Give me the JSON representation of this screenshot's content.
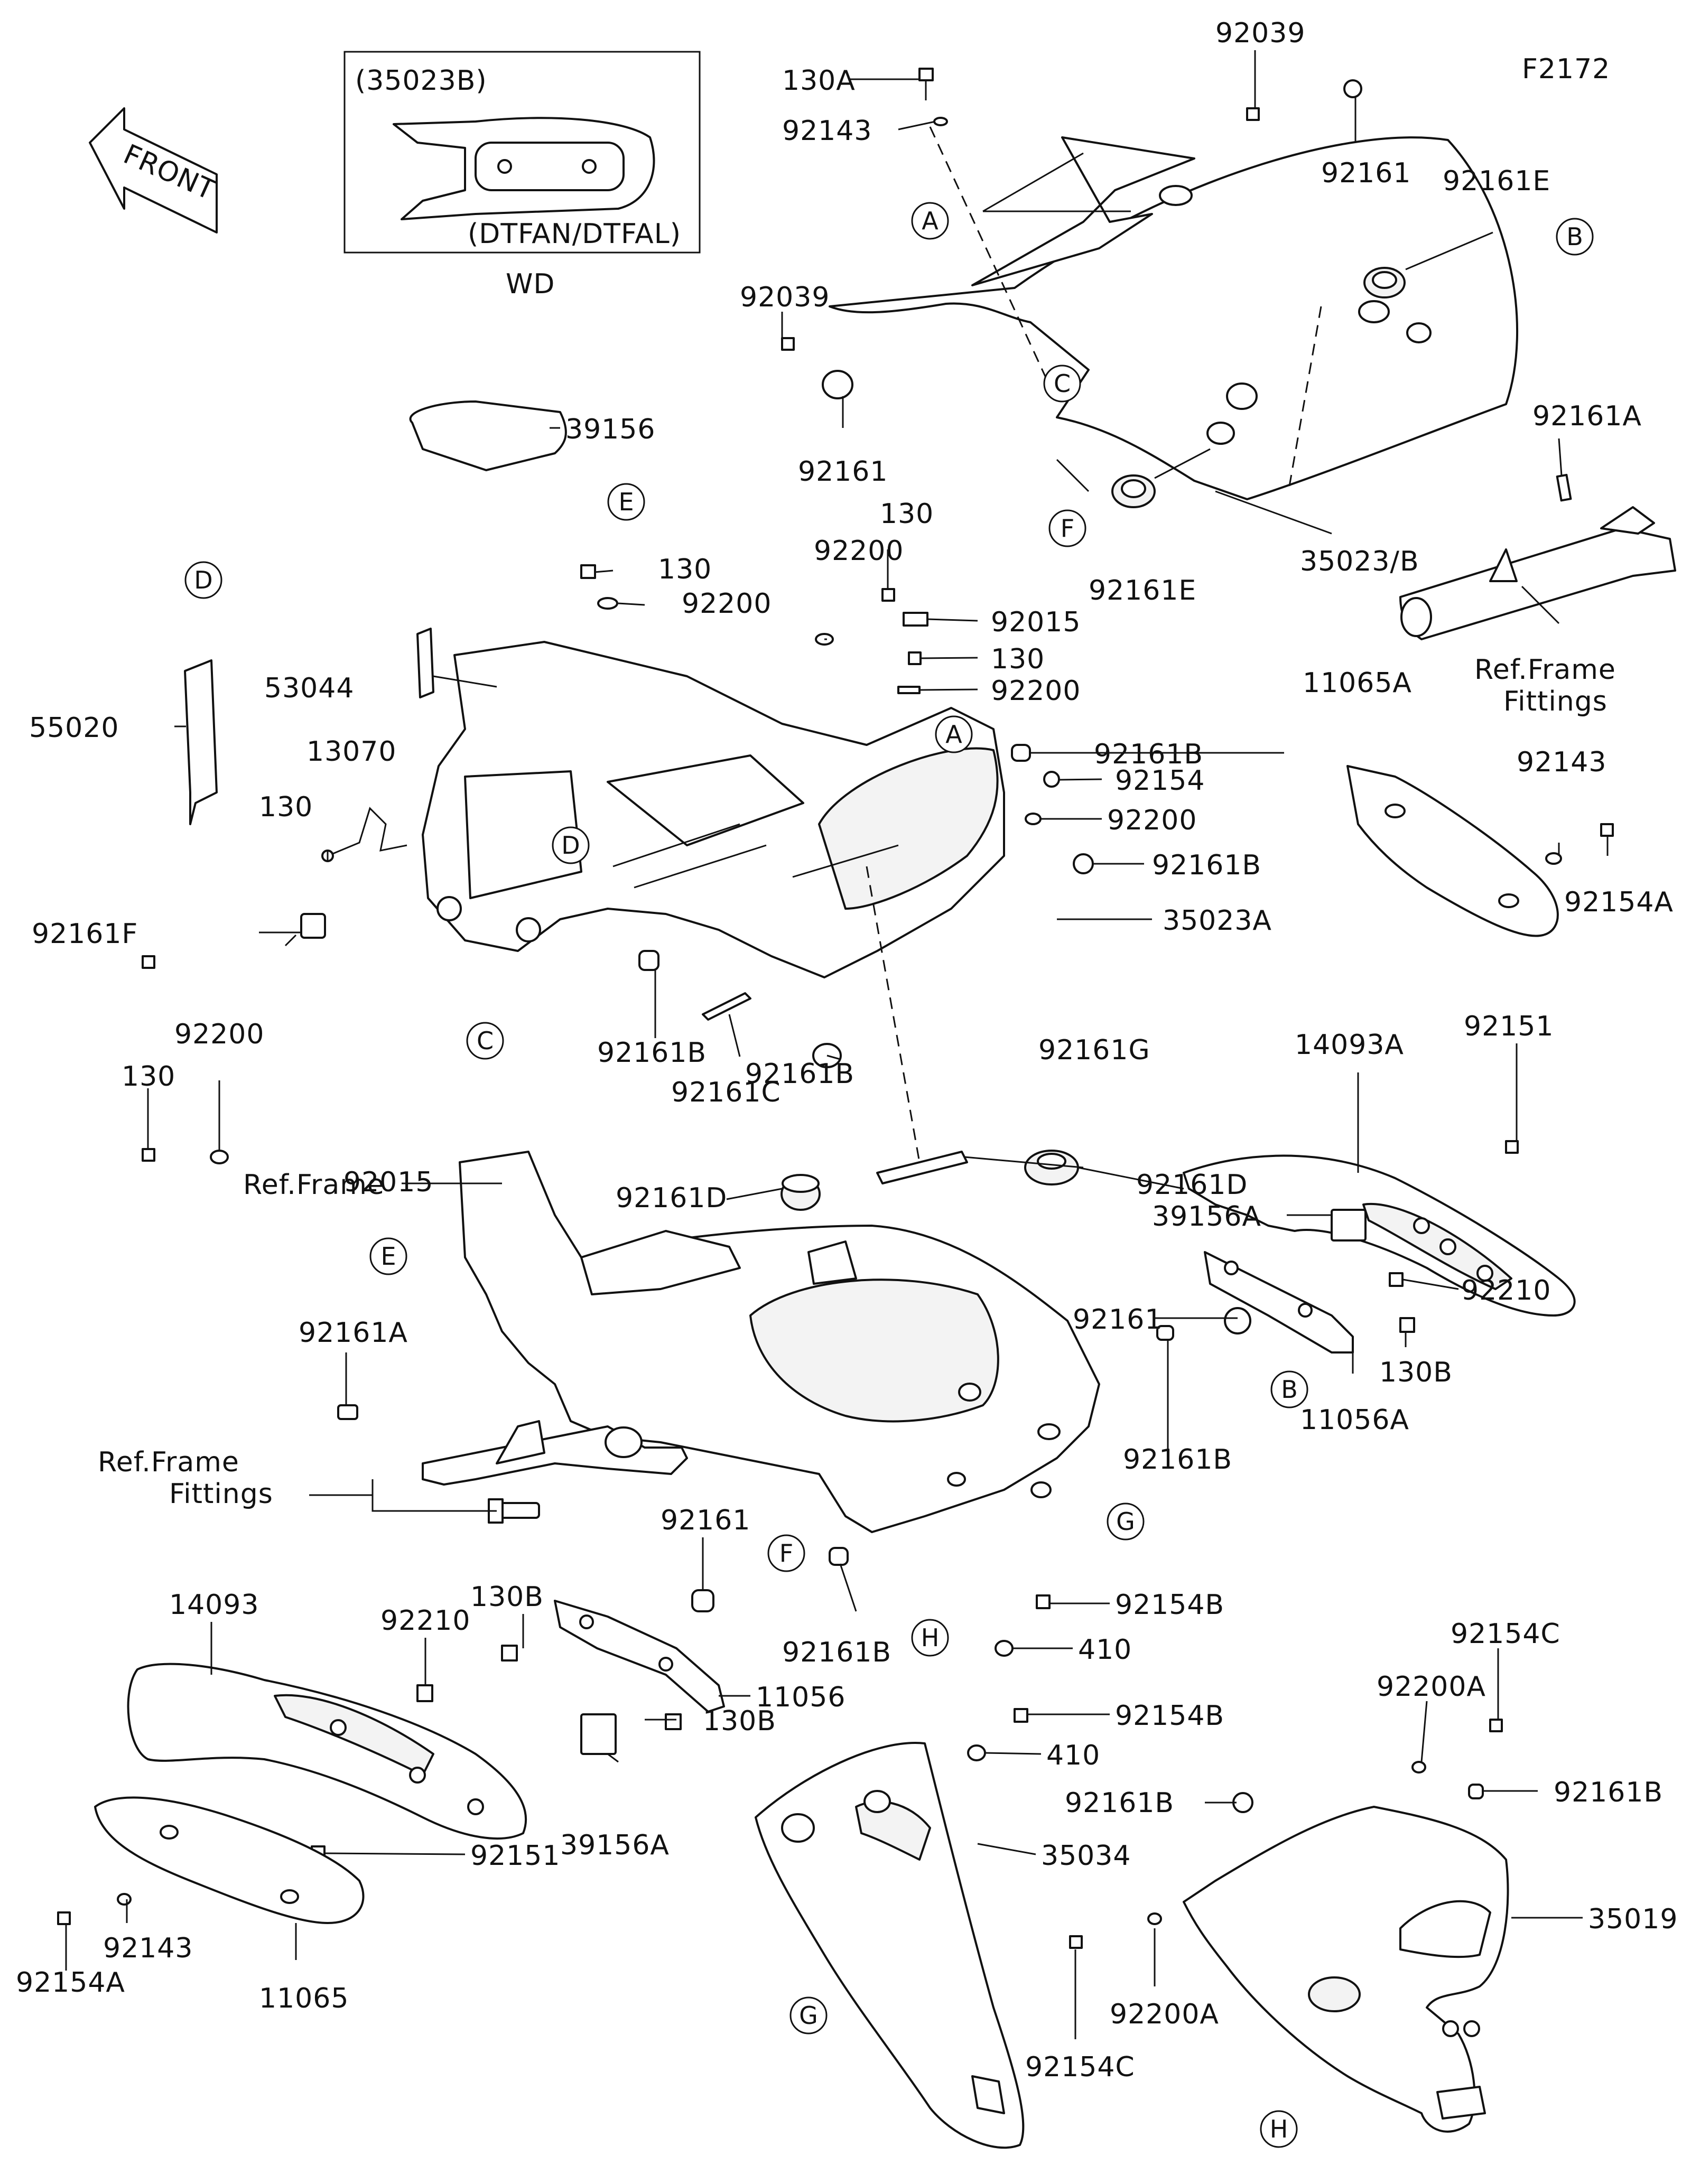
{
  "figure_id": "F2172",
  "front_arrow_text": "FRONT",
  "inset": {
    "title": "(35023B)",
    "models": "(DTFAN/DTFAL)",
    "variant": "WD"
  },
  "callout_letters": [
    "A",
    "B",
    "C",
    "D",
    "E",
    "F",
    "G",
    "H"
  ],
  "labels": {
    "l_130A": "130A",
    "l_92039_top": "92039",
    "l_92143_top": "92143",
    "l_92161_top": "92161",
    "l_92161E_top": "92161E",
    "l_92039_left": "92039",
    "l_92161_mid": "92161",
    "l_35023B": "35023/B",
    "l_92161E_mid": "92161E",
    "l_92161A_right": "92161A",
    "l_refframefit_right_1": "Ref.Frame",
    "l_refframefit_right_2": "Fittings",
    "l_39156": "39156",
    "l_130_a": "130",
    "l_92200_a": "92200",
    "l_92200_b": "92200",
    "l_130_b": "130",
    "l_92015_top": "92015",
    "l_130_c": "130",
    "l_92200_c": "92200",
    "l_53044": "53044",
    "l_55020": "55020",
    "l_13070": "13070",
    "l_130_d": "130",
    "l_92161F": "92161F",
    "l_92161B_1": "92161B",
    "l_92154": "92154",
    "l_92200_d": "92200",
    "l_92161B_2": "92161B",
    "l_35023A": "35023A",
    "l_11065A": "11065A",
    "l_92143_right": "92143",
    "l_92154A_right": "92154A",
    "l_92200_e": "92200",
    "l_130_e": "130",
    "l_92015_left": "92015",
    "l_92161B_3": "92161B",
    "l_92161C": "92161C",
    "l_92161B_4": "92161B",
    "l_92161G": "92161G",
    "l_14093A": "14093A",
    "l_92151_right": "92151",
    "l_refframe": "Ref.Frame",
    "l_92161D_1": "92161D",
    "l_92161D_2": "92161D",
    "l_39156A_right": "39156A",
    "l_92210_right": "92210",
    "l_92161_right": "92161",
    "l_130B_right": "130B",
    "l_11056A": "11056A",
    "l_92161A_left": "92161A",
    "l_92161B_5": "92161B",
    "l_refframefit_left_1": "Ref.Frame",
    "l_refframefit_left_2": "Fittings",
    "l_92161_low": "92161",
    "l_130B_1": "130B",
    "l_14093": "14093",
    "l_92210_left": "92210",
    "l_11056": "11056",
    "l_130B_2": "130B",
    "l_92161B_6": "92161B",
    "l_92154B_1": "92154B",
    "l_410_1": "410",
    "l_92154B_2": "92154B",
    "l_410_2": "410",
    "l_92151_left": "92151",
    "l_39156A_left": "39156A",
    "l_92143_left": "92143",
    "l_92154A_left": "92154A",
    "l_11065": "11065",
    "l_35034": "35034",
    "l_92154C_1": "92154C",
    "l_92200A_1": "92200A",
    "l_92161B_7": "92161B",
    "l_92161B_8": "92161B",
    "l_35019": "35019",
    "l_92200A_2": "92200A",
    "l_92154C_2": "92154C"
  }
}
